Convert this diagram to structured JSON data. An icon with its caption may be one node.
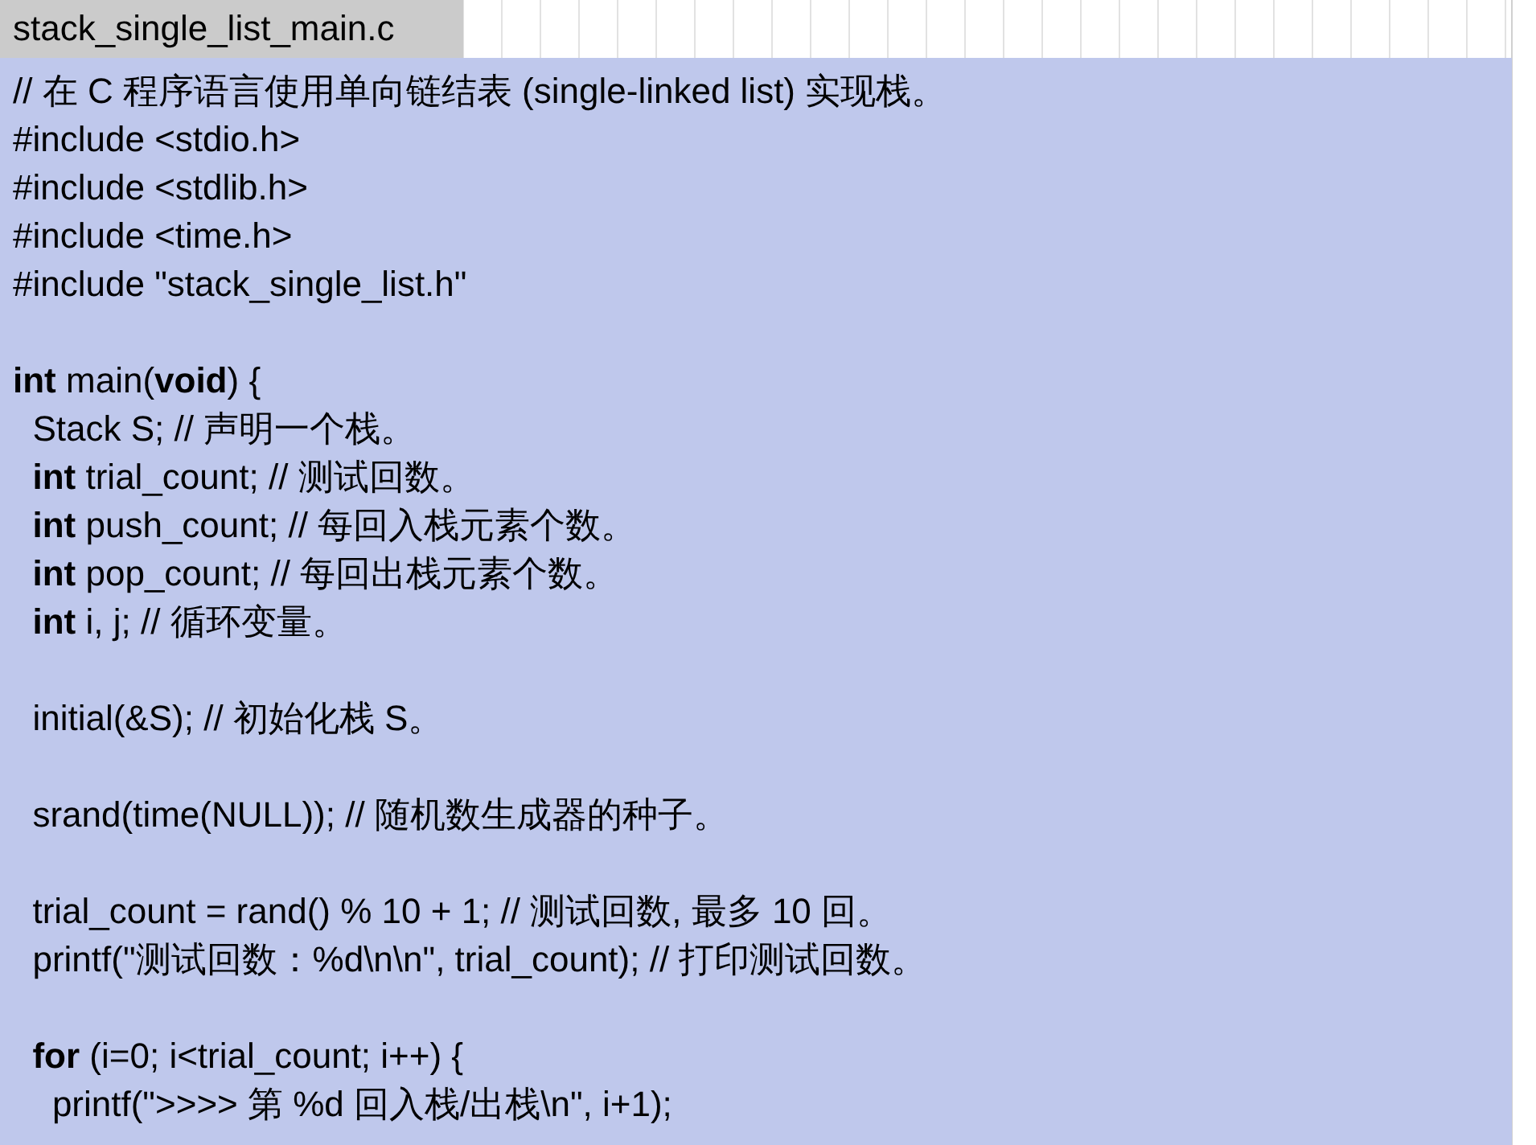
{
  "diagram": {
    "title": "stack_single_list_main.c",
    "labels": [
      "// 在 C 程序语言使用单向链结表 (single-linked list) 实现栈。",
      "#include <stdio.h>",
      "#include <stdlib.h>",
      "#include <time.h>",
      "#include \"stack_single_list.h\"",
      "**int** main(**void**) {",
      "  Stack S; // 声明一个栈。",
      "  **int** trial_count; // 测试回数。",
      "  **int** push_count; // 每回入栈元素个数。",
      "  **int** pop_count; // 每回出栈元素个数。",
      "  **int** i, j; // 循环变量。",
      "  initial(&S); // 初始化栈 S。",
      "  srand(time(NULL)); // 随机数生成器的种子。",
      "  trial_count = rand() % 10 + 1; // 测试回数, 最多 10 回。",
      "  printf(\"测试回数：%d\\n\\n\", trial_count); // 打印测试回数。",
      "  **for** (i=0; i<trial_count; i++) {",
      "    printf(\">>>> 第 %d 回入栈/出栈\\n\", i+1);"
    ]
  }
}
